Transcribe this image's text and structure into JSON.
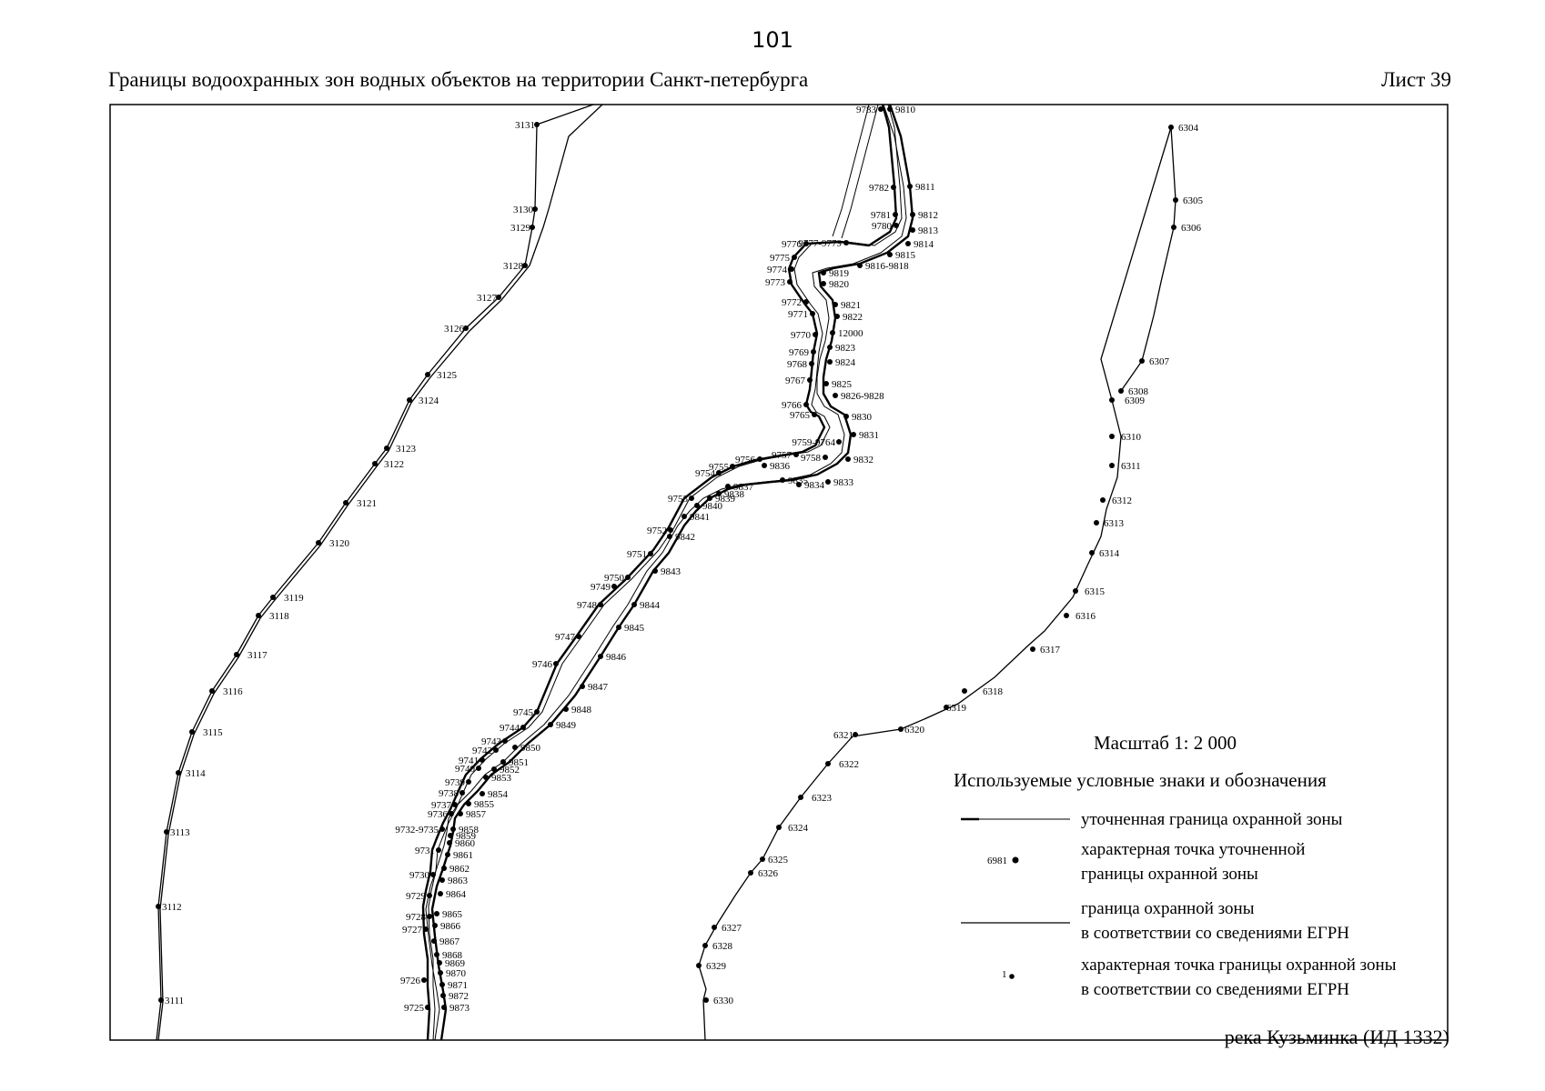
{
  "header": {
    "page_number": "101",
    "title": "Границы водоохранных зон водных объектов на территории Санкт-петербурга",
    "sheet": "Лист 39"
  },
  "legend": {
    "scale": "Масштаб 1: 2 000",
    "heading": "Используемые условные знаки и обозначения",
    "refined_line_label": "уточненная  граница охранной зоны",
    "refined_point_label_1": "характерная точка уточненной",
    "refined_point_label_2": "границы охранной зоны",
    "refined_point_sample": "6981",
    "egrn_line_label_1": "граница охранной зоны",
    "egrn_line_label_2": "в соответствии со сведениями ЕГРН",
    "egrn_point_label_1": "характерная точка границы охранной зоны",
    "egrn_point_label_2": "в соответствии со сведениями ЕГРН",
    "egrn_point_sample": "1"
  },
  "caption": "река Кузьминка (ИД 1332)",
  "colors": {
    "ink": "#000000",
    "paper": "#ffffff"
  },
  "map_points": {
    "left_zone": [
      "3131",
      "3130",
      "3129",
      "3128",
      "3127",
      "3126",
      "3125",
      "3124",
      "3123",
      "3122",
      "3121",
      "3120",
      "3119",
      "3118",
      "3117",
      "3116",
      "3115",
      "3114",
      "3113",
      "3112",
      "3111"
    ],
    "right_zone": [
      "6304",
      "6305",
      "6306",
      "6307",
      "6308",
      "6309",
      "6310",
      "6311",
      "6312",
      "6313",
      "6314",
      "6315",
      "6316",
      "6317",
      "6318",
      "6319",
      "6320",
      "6321",
      "6322",
      "6323",
      "6324",
      "6325",
      "6326",
      "6327",
      "6328",
      "6329",
      "6330"
    ],
    "river_west": [
      "9783",
      "9782",
      "9781",
      "9780",
      "9777-9779",
      "9776",
      "9775",
      "9774",
      "9773",
      "9772",
      "9771",
      "9770",
      "9769",
      "9768",
      "9767",
      "9766",
      "9765",
      "9759-9764",
      "9758",
      "9757",
      "9756",
      "9755",
      "9754",
      "9753",
      "9752",
      "9751",
      "9750",
      "9749",
      "9748",
      "9747",
      "9746",
      "9745",
      "9744",
      "9743",
      "9742",
      "9741",
      "9740",
      "9739",
      "9738",
      "9737",
      "9736",
      "9732-9735",
      "9731",
      "9730",
      "9729",
      "9728",
      "9727",
      "9726",
      "9725"
    ],
    "river_east": [
      "9810",
      "9811",
      "9812",
      "9813",
      "9814",
      "9815",
      "9816-9818",
      "9819",
      "9820",
      "9821",
      "9822",
      "12000",
      "9823",
      "9824",
      "9825",
      "9826-9828",
      "9830",
      "9831",
      "9832",
      "9833",
      "9834",
      "9835",
      "9836",
      "9837",
      "9838",
      "9839",
      "9840",
      "9841",
      "9842",
      "9843",
      "9844",
      "9845",
      "9846",
      "9847",
      "9848",
      "9849",
      "9850",
      "9851",
      "9852",
      "9853",
      "9854",
      "9855",
      "9857",
      "9858",
      "9859",
      "9860",
      "9861",
      "9862",
      "9863",
      "9864",
      "9865",
      "9866",
      "9867",
      "9868",
      "9869",
      "9870",
      "9871",
      "9872",
      "9873"
    ]
  }
}
